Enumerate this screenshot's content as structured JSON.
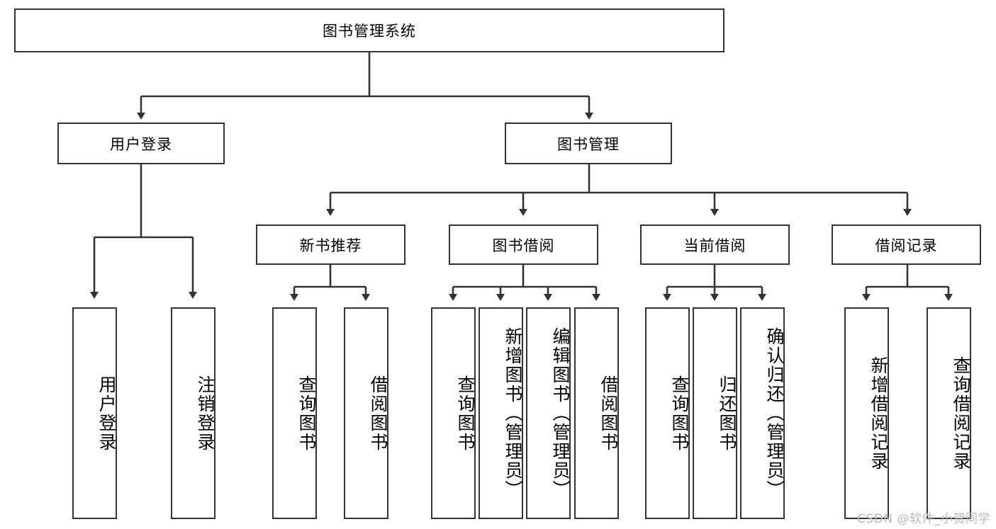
{
  "diagram": {
    "title_node": {
      "id": "root",
      "label": "图书管理系统"
    },
    "level2": [
      {
        "id": "user-login",
        "label": "用户登录"
      },
      {
        "id": "book-manage",
        "label": "图书管理"
      }
    ],
    "level3": [
      {
        "id": "new-book-recommend",
        "label": "新书推荐"
      },
      {
        "id": "book-borrow",
        "label": "图书借阅"
      },
      {
        "id": "current-borrow",
        "label": "当前借阅"
      },
      {
        "id": "borrow-record",
        "label": "借阅记录"
      }
    ],
    "leaves": {
      "user_login": [
        {
          "id": "leaf-user-login",
          "label": "用户登录"
        },
        {
          "id": "leaf-logout",
          "label": "注销登录"
        }
      ],
      "new_book_recommend": [
        {
          "id": "leaf-query-book-1",
          "label": "查询图书"
        },
        {
          "id": "leaf-borrow-book-1",
          "label": "借阅图书"
        }
      ],
      "book_borrow": [
        {
          "id": "leaf-query-book-2",
          "label": "查询图书"
        },
        {
          "id": "leaf-add-book",
          "label": "新增图书（管理员）"
        },
        {
          "id": "leaf-edit-book",
          "label": "编辑图书（管理员）"
        },
        {
          "id": "leaf-borrow-book-2",
          "label": "借阅图书"
        }
      ],
      "current_borrow": [
        {
          "id": "leaf-query-book-3",
          "label": "查询图书"
        },
        {
          "id": "leaf-return-book",
          "label": "归还图书"
        },
        {
          "id": "leaf-confirm-return",
          "label": "确认归还（管理员）"
        }
      ],
      "borrow_record": [
        {
          "id": "leaf-add-record",
          "label": "新增借阅记录"
        },
        {
          "id": "leaf-query-record",
          "label": "查询借阅记录"
        }
      ]
    },
    "colors": {
      "node_border": "#333333",
      "node_fill": "#ffffff",
      "edge": "#333333",
      "text": "#000000",
      "watermark": "#b9b9b9",
      "background": "#ffffff"
    }
  },
  "watermark": {
    "text": "CSDN @软件_小贺同学"
  }
}
